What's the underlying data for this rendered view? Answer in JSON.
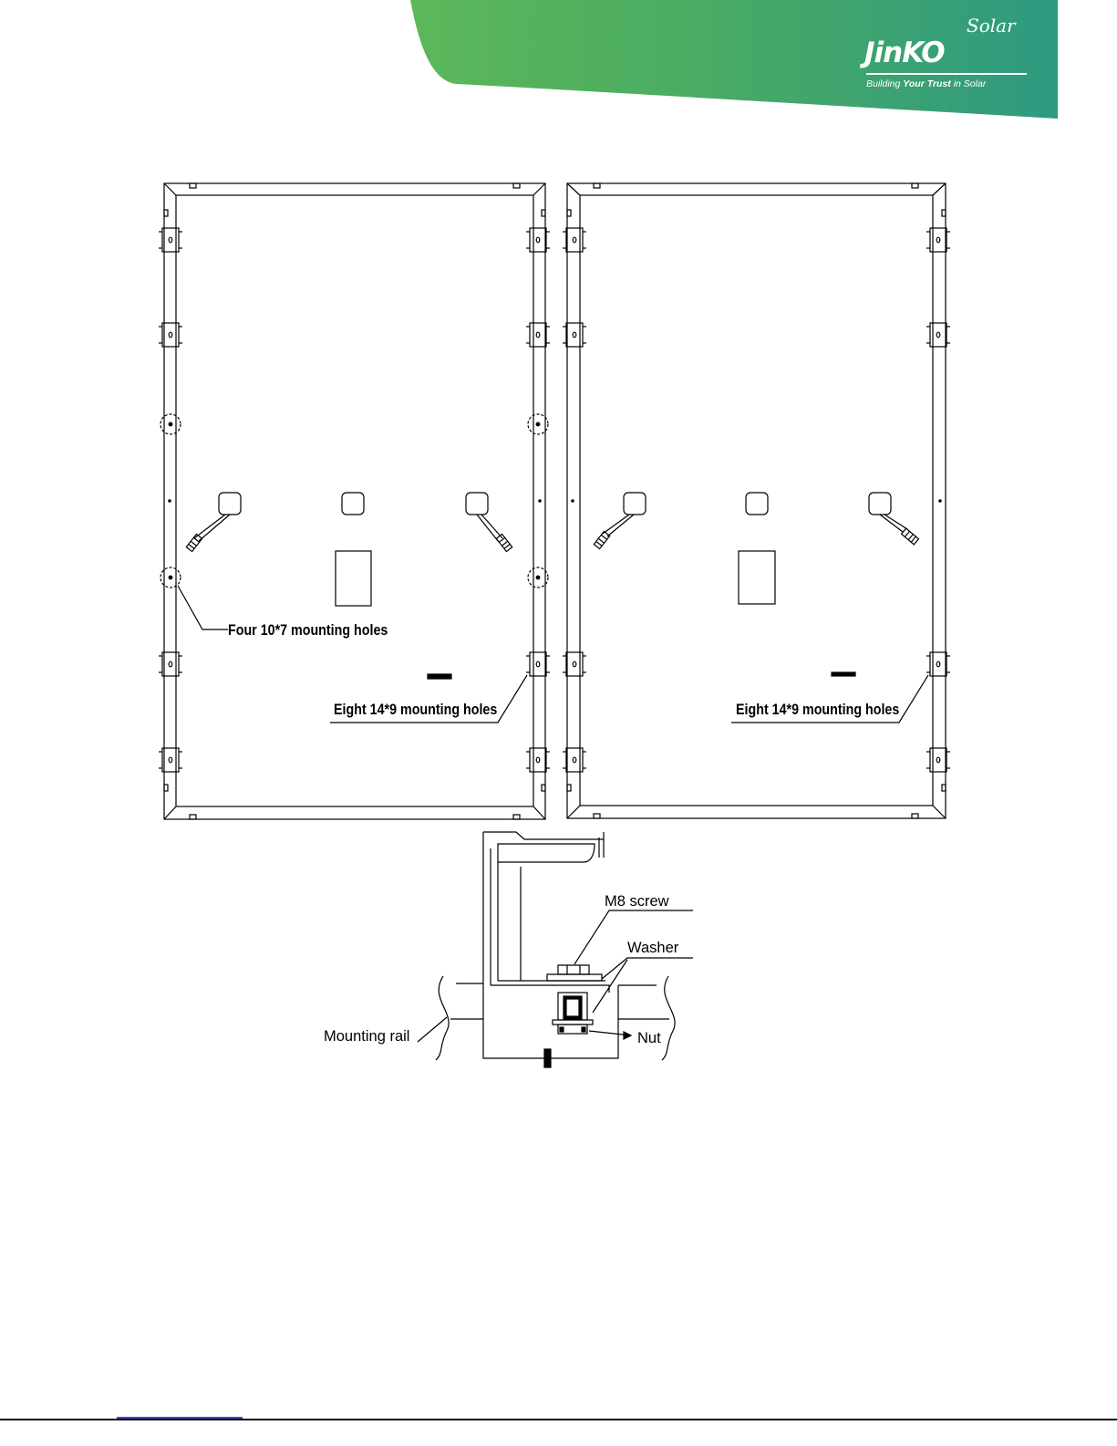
{
  "header": {
    "logo": {
      "wordmark": "JinKO",
      "superscript": "Solar",
      "tagline_parts": [
        "Building ",
        "Your Trust",
        " in Solar"
      ]
    },
    "band_colors": [
      "#5cb85a",
      "#4aab63",
      "#2e9a80"
    ]
  },
  "labels": {
    "four_holes": "Four 10*7 mounting holes",
    "eight_holes_left": "Eight 14*9 mounting holes",
    "eight_holes_right": "Eight 14*9 mounting holes",
    "m8_screw": "M8 screw",
    "washer": "Washer",
    "mounting_rail": "Mounting rail",
    "nut": "Nut"
  },
  "colors": {
    "line": "#000000",
    "background": "#ffffff",
    "link_underline": "#3a45d6"
  }
}
